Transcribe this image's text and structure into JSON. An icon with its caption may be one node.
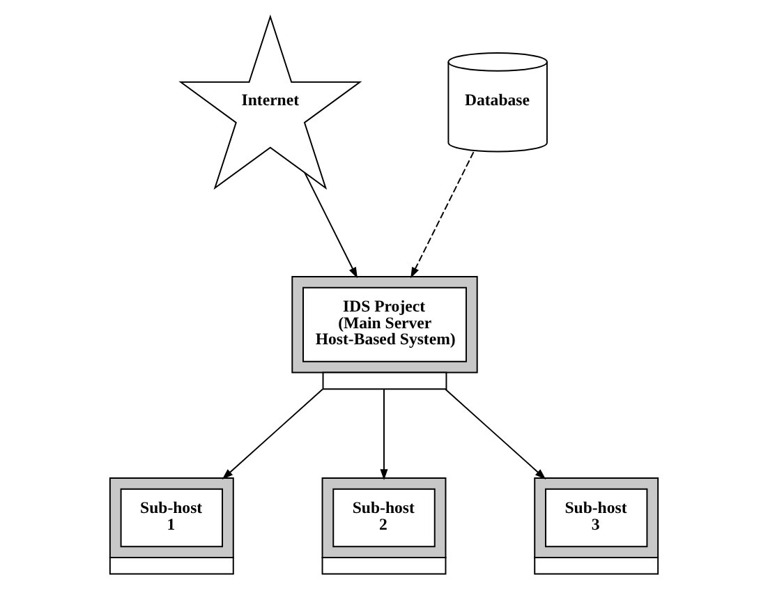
{
  "diagram": {
    "nodes": [
      {
        "text": [
          "Internet"
        ]
      },
      {
        "text": [
          "Database"
        ]
      },
      {
        "text": [
          "IDS Project",
          "(Main Server Host-Based System)"
        ]
      },
      {
        "text": [
          "Sub-host",
          "1"
        ]
      },
      {
        "text": [
          "Sub-host",
          "2"
        ]
      },
      {
        "text": [
          "Sub-host",
          "3"
        ]
      }
    ],
    "edges": [
      {
        "from": 0,
        "to": 2,
        "arrow": "to"
      },
      {
        "from": 1,
        "to": 2,
        "arrow": "to",
        "style": "dashed"
      },
      {
        "from": 2,
        "to": 3,
        "arrow": "to"
      },
      {
        "from": 2,
        "to": 4,
        "arrow": "to"
      },
      {
        "from": 2,
        "to": 5,
        "arrow": "to"
      }
    ]
  }
}
